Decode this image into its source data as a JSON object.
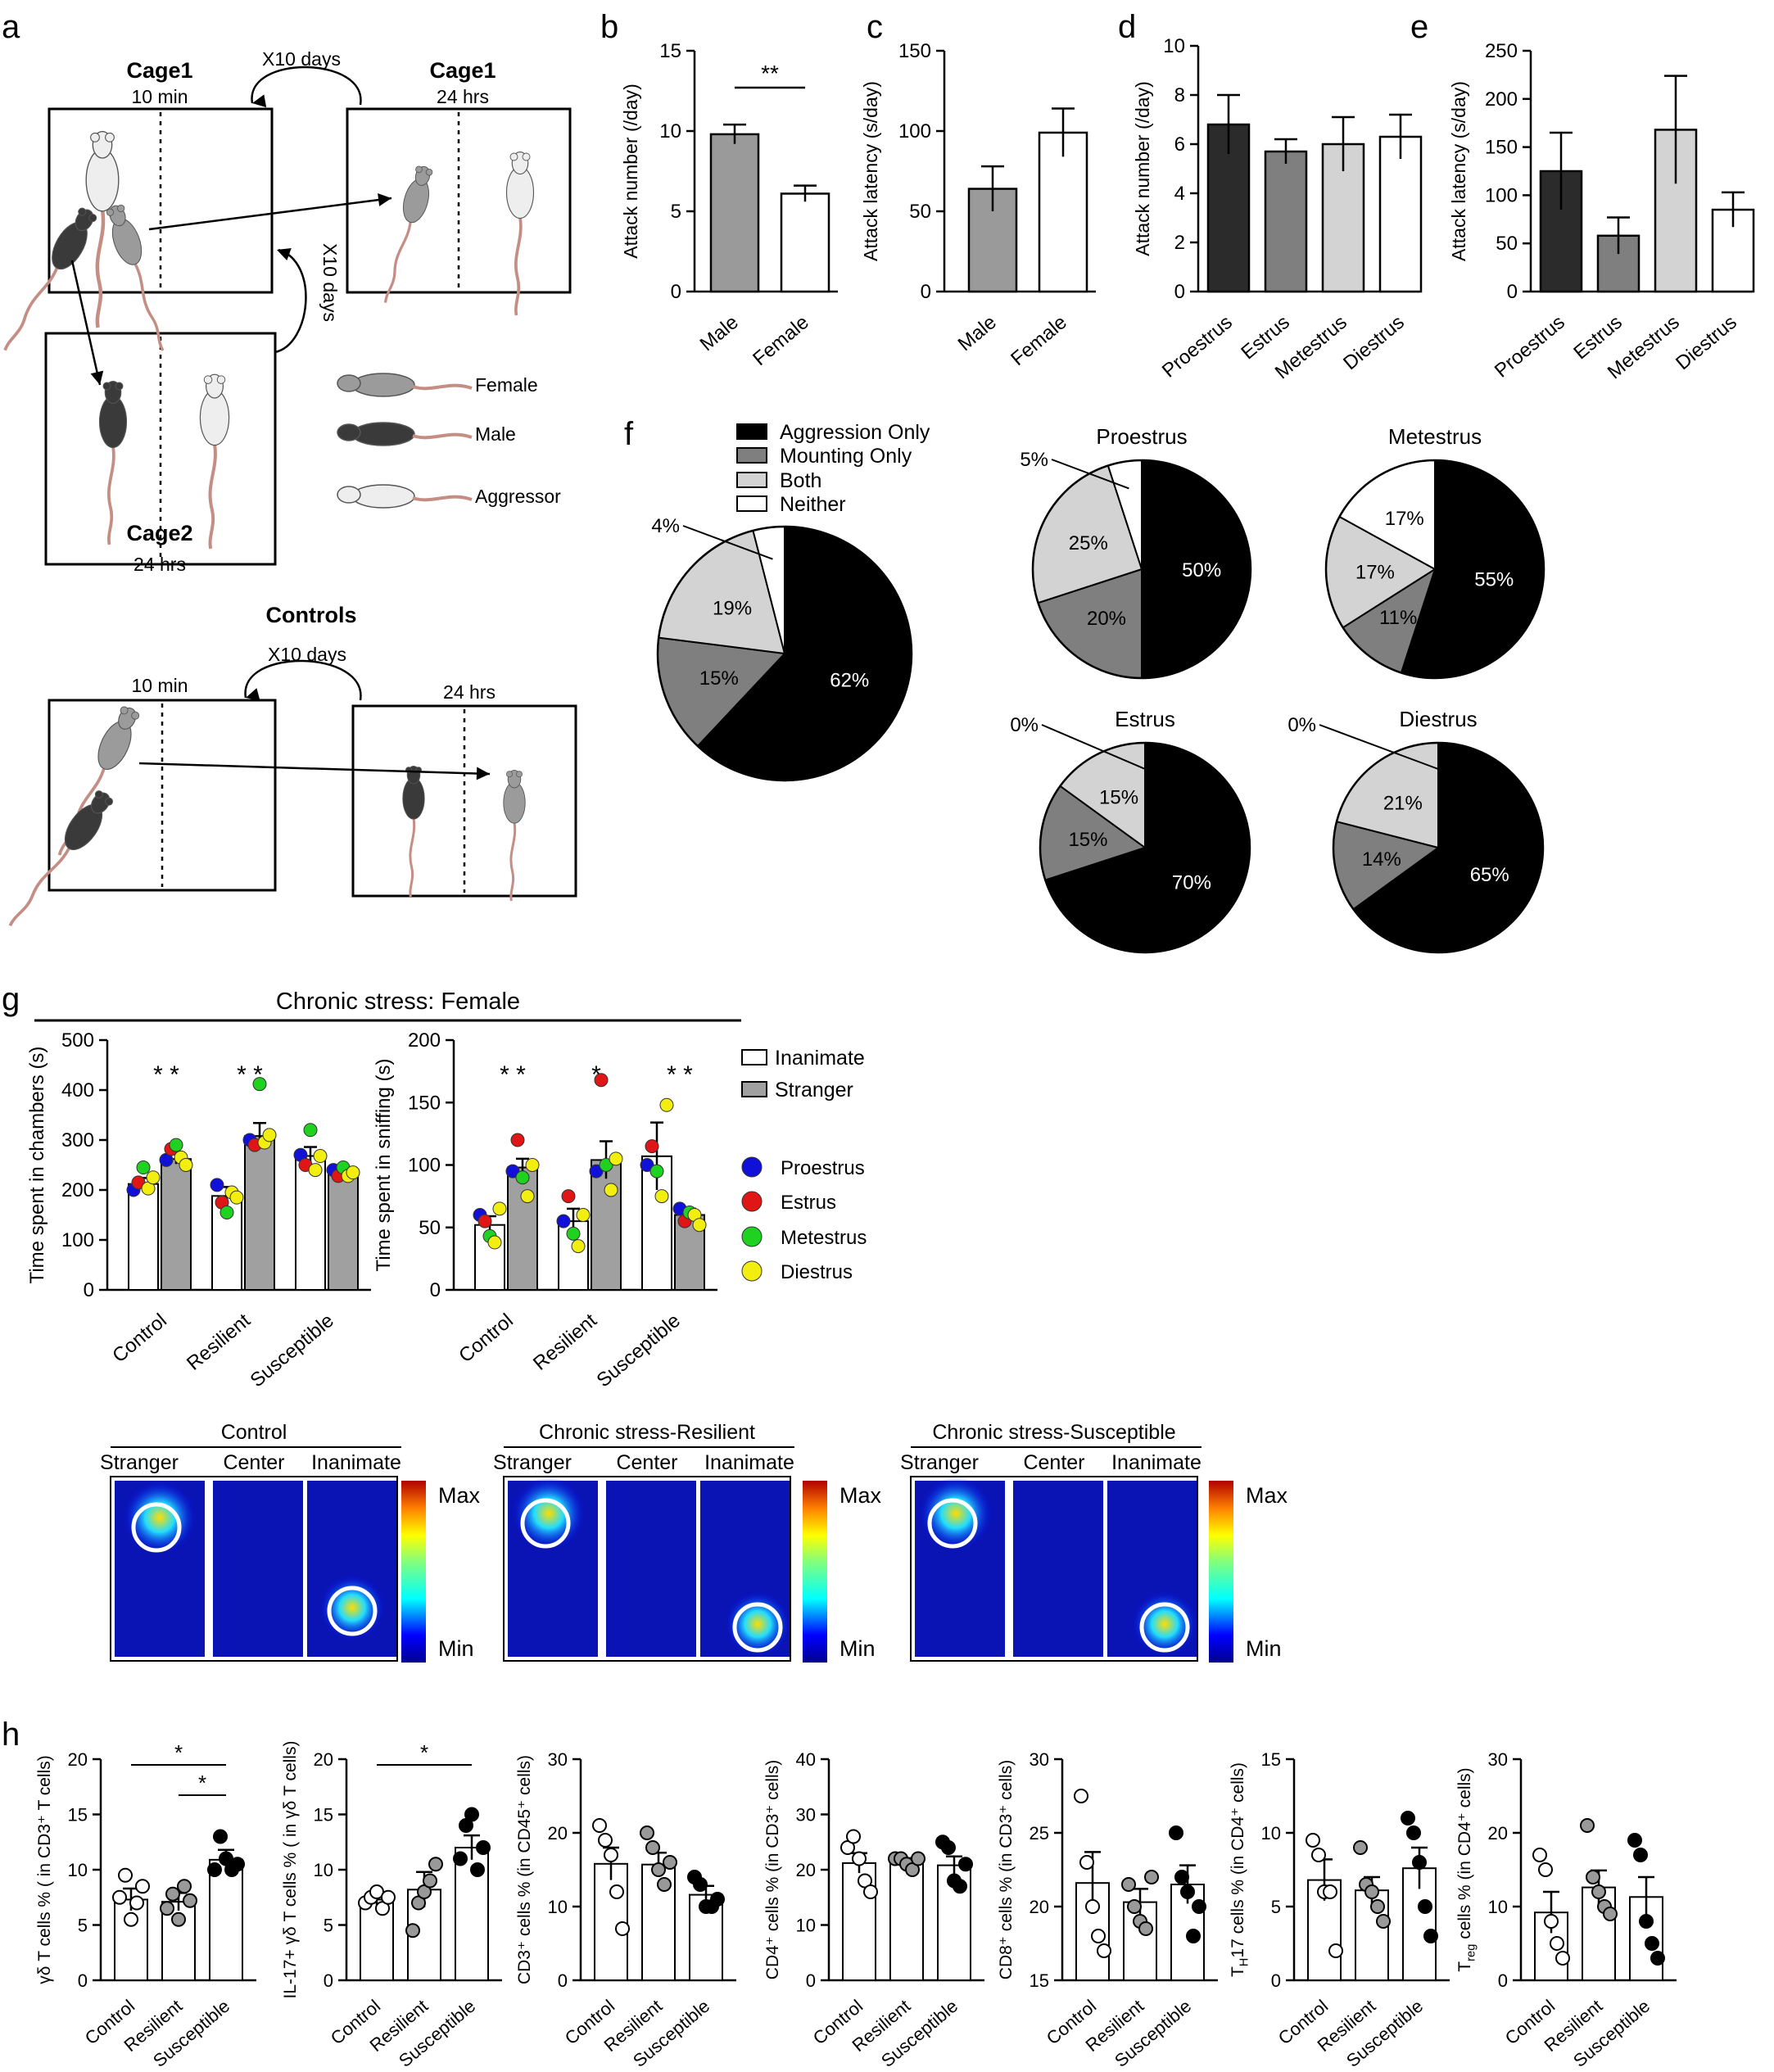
{
  "panel_letters": [
    "a",
    "b",
    "c",
    "d",
    "e",
    "f",
    "g",
    "h"
  ],
  "schematic": {
    "cage1_left_title": "Cage1",
    "cage1_left_time": "10 min",
    "cage1_right_title": "Cage1",
    "cage1_right_time": "24 hrs",
    "cycle_top": "X10 days",
    "cycle_side": "X10 days",
    "cage2_title": "Cage2",
    "cage2_time": "24 hrs",
    "legend": [
      "Female",
      "Male",
      "Aggressor"
    ],
    "controls_title": "Controls",
    "controls_cycle": "X10 days",
    "controls_left_time": "10 min",
    "controls_right_time": "24 hrs",
    "colors": {
      "female": "#9b9b9b",
      "male": "#3a3a3a",
      "aggressor": "#eeeeee",
      "tail": "#c48e85"
    }
  },
  "colors": {
    "black": "#000000",
    "dark": "#2b2b2b",
    "mid": "#7f7f7f",
    "light": "#d3d3d3",
    "white": "#ffffff",
    "proestrus": "#1010d8",
    "estrus": "#e01616",
    "metestrus": "#1fd21f",
    "diestrus": "#f2ee10"
  },
  "chart_data": [
    {
      "id": "b",
      "type": "bar",
      "categories": [
        "Male",
        "Female"
      ],
      "values": [
        9.8,
        6.1
      ],
      "errors": [
        0.6,
        0.5
      ],
      "ylabel": "Attack number (/day)",
      "ylim": [
        0,
        15
      ],
      "yticks": [
        0,
        5,
        10,
        15
      ],
      "fills": [
        "#9a9a9a",
        "#ffffff"
      ],
      "significance": [
        {
          "from": 0,
          "to": 1,
          "label": "**"
        }
      ]
    },
    {
      "id": "c",
      "type": "bar",
      "categories": [
        "Male",
        "Female"
      ],
      "values": [
        64,
        99
      ],
      "errors": [
        14,
        15
      ],
      "ylabel": "Attack latency  (s/day)",
      "ylim": [
        0,
        150
      ],
      "yticks": [
        0,
        50,
        100,
        150
      ],
      "fills": [
        "#9a9a9a",
        "#ffffff"
      ]
    },
    {
      "id": "d",
      "type": "bar",
      "categories": [
        "Proestrus",
        "Estrus",
        "Metestrus",
        "Diestrus"
      ],
      "values": [
        6.8,
        5.7,
        6.0,
        6.3
      ],
      "errors": [
        1.2,
        0.5,
        1.1,
        0.9
      ],
      "ylabel": "Attack number (/day)",
      "ylim": [
        0,
        10
      ],
      "yticks": [
        0,
        2,
        4,
        6,
        8,
        10
      ],
      "fills": [
        "#2b2b2b",
        "#7f7f7f",
        "#d3d3d3",
        "#ffffff"
      ]
    },
    {
      "id": "e",
      "type": "bar",
      "categories": [
        "Proestrus",
        "Estrus",
        "Metestrus",
        "Diestrus"
      ],
      "values": [
        125,
        58,
        168,
        85
      ],
      "errors": [
        40,
        19,
        56,
        18
      ],
      "ylabel": "Attack latency  (s/day)",
      "ylim": [
        0,
        250
      ],
      "yticks": [
        0,
        50,
        100,
        150,
        200,
        250
      ],
      "fills": [
        "#2b2b2b",
        "#7f7f7f",
        "#d3d3d3",
        "#ffffff"
      ]
    },
    {
      "id": "f",
      "type": "pie",
      "legend": [
        "Aggression Only",
        "Mounting Only",
        "Both",
        "Neither"
      ],
      "pies": [
        {
          "title": "",
          "values": [
            62,
            15,
            19,
            4
          ],
          "labels": [
            "62%",
            "15%",
            "19%",
            "4%"
          ]
        },
        {
          "title": "Proestrus",
          "values": [
            50,
            20,
            25,
            5
          ],
          "labels": [
            "50%",
            "20%",
            "25%",
            "5%"
          ]
        },
        {
          "title": "Metestrus",
          "values": [
            55,
            11,
            17,
            17
          ],
          "labels": [
            "55%",
            "11%",
            "17%",
            "17%"
          ]
        },
        {
          "title": "Estrus",
          "values": [
            70,
            15,
            15,
            0
          ],
          "labels": [
            "70%",
            "15%",
            "15%",
            "0%"
          ]
        },
        {
          "title": "Diestrus",
          "values": [
            65,
            14,
            21,
            0
          ],
          "labels": [
            "65%",
            "14%",
            "21%",
            "0%"
          ]
        }
      ]
    },
    {
      "id": "g1",
      "type": "bar",
      "title": "Chronic stress: Female",
      "categories": [
        "Control",
        "Resilient",
        "Susceptible"
      ],
      "series": [
        {
          "name": "Inanimate",
          "values": [
            212,
            188,
            268
          ],
          "errors": [
            12,
            18,
            18
          ]
        },
        {
          "name": "Stranger",
          "values": [
            262,
            308,
            235
          ],
          "errors": [
            10,
            26,
            8
          ]
        }
      ],
      "points": [
        [
          [
            200,
            215,
            245,
            203,
            225
          ],
          [
            260,
            282,
            290,
            265,
            250
          ]
        ],
        [
          [
            210,
            175,
            155,
            195,
            185
          ],
          [
            300,
            290,
            412,
            295,
            310
          ]
        ],
        [
          [
            270,
            250,
            320,
            240,
            268
          ],
          [
            240,
            228,
            245,
            228,
            235
          ]
        ]
      ],
      "point_labels": [
        "Proestrus",
        "Estrus",
        "Metestrus",
        "Diestrus"
      ],
      "point_colors": [
        "#1010d8",
        "#e01616",
        "#1fd21f",
        "#f2ee10",
        "#f2ee10"
      ],
      "stars": [
        "* *",
        "* *",
        ""
      ],
      "ylabel": "Time spent in chambers (s)",
      "ylim": [
        0,
        500
      ],
      "yticks": [
        0,
        100,
        200,
        300,
        400,
        500
      ]
    },
    {
      "id": "g2",
      "type": "bar",
      "categories": [
        "Control",
        "Resilient",
        "Susceptible"
      ],
      "series": [
        {
          "name": "Inanimate",
          "values": [
            52,
            55,
            107
          ],
          "errors": [
            7,
            10,
            27
          ]
        },
        {
          "name": "Stranger",
          "values": [
            98,
            104,
            60
          ],
          "errors": [
            7,
            15,
            5
          ]
        }
      ],
      "points": [
        [
          [
            60,
            55,
            43,
            38,
            65
          ],
          [
            95,
            120,
            90,
            75,
            100
          ]
        ],
        [
          [
            55,
            75,
            45,
            35,
            60
          ],
          [
            95,
            168,
            100,
            80,
            105
          ]
        ],
        [
          [
            100,
            115,
            95,
            75,
            148
          ],
          [
            65,
            55,
            62,
            60,
            52
          ]
        ]
      ],
      "point_colors": [
        "#1010d8",
        "#e01616",
        "#1fd21f",
        "#f2ee10",
        "#f2ee10"
      ],
      "stars": [
        "* *",
        "*",
        "* *"
      ],
      "ylabel": "Time spent in sniffing (s)",
      "ylim": [
        0,
        200
      ],
      "yticks": [
        0,
        50,
        100,
        150,
        200
      ]
    },
    {
      "id": "heatmaps",
      "type": "heatmap",
      "groups": [
        "Control",
        "Chronic stress-Resilient",
        "Chronic stress-Susceptible"
      ],
      "zones": [
        "Stranger",
        "Center",
        "Inanimate"
      ],
      "scale": [
        "Max",
        "Min"
      ]
    },
    {
      "id": "h",
      "type": "bar",
      "categories": [
        "Control",
        "Resilient",
        "Susceptible"
      ],
      "subplots": [
        {
          "ylabel": "γδ T cells % ( in CD3⁺ T cells)",
          "ylim": [
            0,
            20
          ],
          "yticks": [
            0,
            5,
            10,
            15,
            20
          ],
          "values": [
            7.3,
            7.1,
            10.9
          ],
          "errors": [
            1,
            0.8,
            0.9
          ],
          "points": [
            [
              7.5,
              9.5,
              5.5,
              7,
              8.5
            ],
            [
              6.5,
              7.8,
              5.5,
              8.5,
              7.2
            ],
            [
              10,
              13,
              11,
              10,
              10.5
            ]
          ],
          "fills": [
            "#ffffff",
            "#ffffff",
            "#ffffff"
          ],
          "dot_fills": [
            "#ffffff",
            "#999999",
            "#000000"
          ],
          "sig": [
            {
              "from": 0,
              "to": 2,
              "label": "*"
            },
            {
              "from": 1,
              "to": 2,
              "label": "*"
            }
          ]
        },
        {
          "ylabel": "IL-17+ γδ T cells % ( in γδ T cells)",
          "ylim": [
            0,
            20
          ],
          "yticks": [
            0,
            5,
            10,
            15,
            20
          ],
          "values": [
            7.3,
            8.2,
            12.0
          ],
          "errors": [
            0.5,
            1.6,
            1.1
          ],
          "points": [
            [
              7,
              7.5,
              8,
              6.5,
              7.5
            ],
            [
              4.5,
              7,
              8,
              9,
              10.5
            ],
            [
              11,
              14,
              15,
              10,
              12
            ]
          ],
          "fills": [
            "#ffffff",
            "#ffffff",
            "#ffffff"
          ],
          "dot_fills": [
            "#ffffff",
            "#999999",
            "#000000"
          ],
          "sig": [
            {
              "from": 0,
              "to": 2,
              "label": "*"
            }
          ]
        },
        {
          "ylabel": "CD3⁺ cells % (in CD45⁺ cells)",
          "ylim": [
            0,
            30
          ],
          "yticks": [
            0,
            10,
            20,
            30
          ],
          "values": [
            15.8,
            15.7,
            11.6
          ],
          "errors": [
            2.2,
            1.6,
            1.2
          ],
          "points": [
            [
              21,
              19,
              17,
              12,
              7
            ],
            [
              20,
              18,
              15,
              13,
              16
            ],
            [
              14,
              13,
              10,
              10,
              11
            ]
          ],
          "fills": [
            "#ffffff",
            "#ffffff",
            "#ffffff"
          ],
          "dot_fills": [
            "#ffffff",
            "#999999",
            "#000000"
          ],
          "sig": []
        },
        {
          "ylabel": "CD4⁺ cells % (in CD3⁺ cells)",
          "ylim": [
            0,
            40
          ],
          "yticks": [
            0,
            10,
            20,
            30,
            40
          ],
          "values": [
            21.2,
            21.3,
            20.8
          ],
          "errors": [
            1.8,
            0.8,
            1.6
          ],
          "points": [
            [
              24,
              26,
              22,
              18,
              16
            ],
            [
              22,
              22,
              21,
              20,
              22
            ],
            [
              25,
              24,
              18,
              17,
              21
            ]
          ],
          "fills": [
            "#ffffff",
            "#ffffff",
            "#ffffff"
          ],
          "dot_fills": [
            "#ffffff",
            "#999999",
            "#000000"
          ],
          "sig": []
        },
        {
          "ylabel": "CD8⁺ cells % (in CD3⁺ cells)",
          "ylim": [
            15,
            30
          ],
          "yticks": [
            15,
            20,
            25,
            30
          ],
          "values": [
            21.6,
            20.3,
            21.5
          ],
          "errors": [
            2.1,
            0.9,
            1.3
          ],
          "points": [
            [
              27.5,
              23,
              20,
              18,
              17
            ],
            [
              21.5,
              20,
              19,
              18.5,
              22
            ],
            [
              25,
              22,
              21,
              18,
              20
            ]
          ],
          "fills": [
            "#ffffff",
            "#ffffff",
            "#ffffff"
          ],
          "dot_fills": [
            "#ffffff",
            "#999999",
            "#000000"
          ],
          "sig": []
        },
        {
          "ylabel": "T_H17 cells % (in CD4⁺ cells)",
          "ylim": [
            0,
            15
          ],
          "yticks": [
            0,
            5,
            10,
            15
          ],
          "values": [
            6.8,
            6.1,
            7.6
          ],
          "errors": [
            1.4,
            0.9,
            1.4
          ],
          "points": [
            [
              9.5,
              8.5,
              6,
              6,
              2
            ],
            [
              9,
              6.5,
              6,
              5,
              4
            ],
            [
              11,
              10,
              8,
              5,
              3
            ]
          ],
          "fills": [
            "#ffffff",
            "#ffffff",
            "#ffffff"
          ],
          "dot_fills": [
            "#ffffff",
            "#999999",
            "#000000"
          ],
          "sig": []
        },
        {
          "ylabel": "T_reg cells % (in CD4⁺ cells)",
          "ylim": [
            0,
            30
          ],
          "yticks": [
            0,
            10,
            20,
            30
          ],
          "values": [
            9.2,
            12.6,
            11.3
          ],
          "errors": [
            2.8,
            2.3,
            2.7
          ],
          "points": [
            [
              17,
              15,
              8,
              5,
              3
            ],
            [
              21,
              14,
              12,
              10,
              9
            ],
            [
              19,
              17,
              8,
              5,
              3
            ]
          ],
          "fills": [
            "#ffffff",
            "#ffffff",
            "#ffffff"
          ],
          "dot_fills": [
            "#ffffff",
            "#999999",
            "#000000"
          ],
          "sig": []
        }
      ]
    }
  ]
}
